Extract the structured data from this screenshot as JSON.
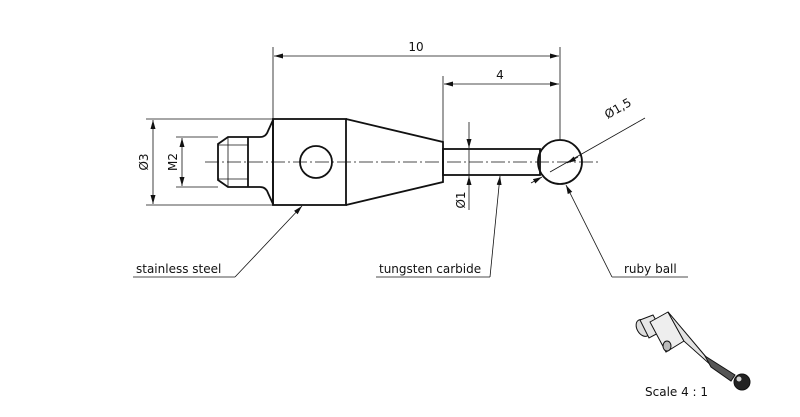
{
  "dimensions": {
    "overall_length": "10",
    "stem_length": "4",
    "ball_diameter": "Ø1,5",
    "body_diameter": "Ø3",
    "thread": "M2",
    "stem_diameter": "Ø1"
  },
  "callouts": {
    "body_material": "stainless steel",
    "stem_material": "tungsten carbide",
    "tip_material": "ruby ball"
  },
  "scale_label": "Scale 4 : 1"
}
